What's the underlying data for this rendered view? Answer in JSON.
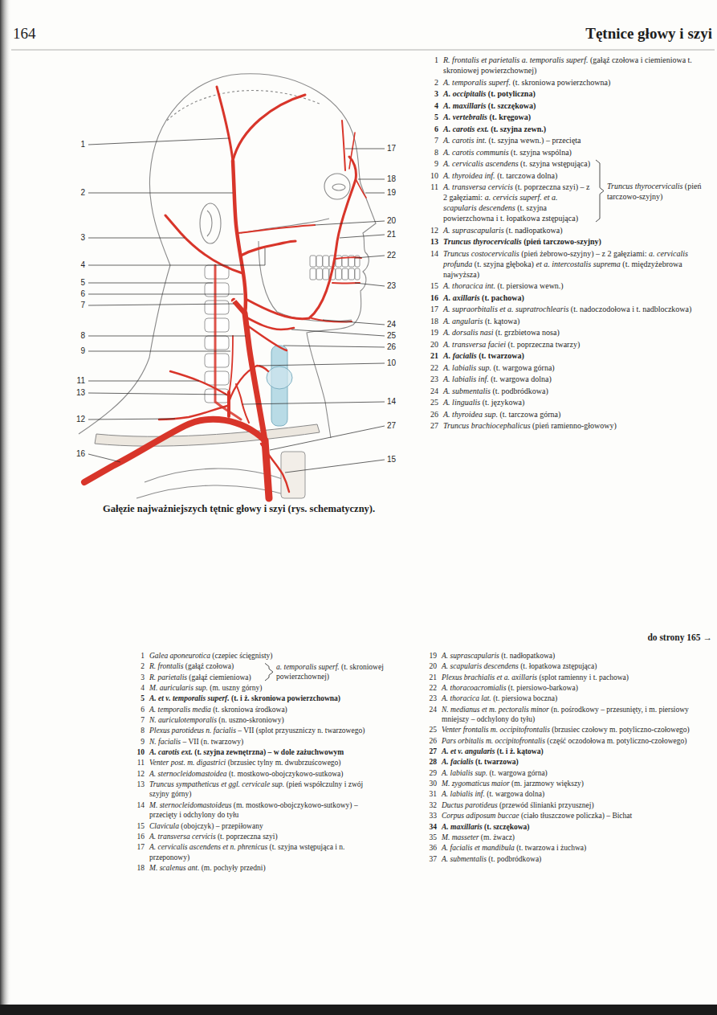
{
  "diagram": {
    "title": "Tętnice głowy i szyi",
    "caption": "Gałęzie najważniejszych tętnic głowy i szyi (rys. schematyczny).",
    "labels": [
      "164",
      "1",
      "2",
      "3",
      "4",
      "5",
      "6",
      "7",
      "8",
      "9",
      "11",
      "13",
      "12",
      "16",
      "17",
      "18",
      "19",
      "20",
      "21",
      "22",
      "23",
      "24",
      "25",
      "26",
      "10",
      "14",
      "27",
      "15",
      "1",
      "R. frontalis et parietalis a. temporalis superf. (gałąź czołowa i ciemieniowa t. skroniowej powierzchownej)",
      "2",
      "A. temporalis superf. (t. skroniowa powierzchowna)",
      "3",
      "A. occipitalis (t. potyliczna)",
      "4",
      "A. maxillaris (t. szczękowa)",
      "5",
      "A. vertebralis (t. kręgowa)",
      "6",
      "A. carotis ext. (t. szyjna zewn.)",
      "7",
      "A. carotis int. (t. szyjna wewn.) – przecięta",
      "8",
      "A. carotis communis (t. szyjna wspólna)",
      "9",
      "A. cervicalis ascendens (t. szyjna wstępująca)",
      "10",
      "A. thyroidea inf. (t. tarczowa dolna)",
      "11",
      "A. transversa cervicis (t. poprzeczna szyi) – z 2 gałęziami: a. cervicis superf. et a. scapularis descendens (t. szyjna powierzchowna i t. łopatkowa zstępująca)",
      "12",
      "A. suprascapularis (t. nadłopatkowa)",
      "13",
      "Truncus thyrocervicalis (pień tarczowo-szyjny)",
      "14",
      "Truncus costocervicalis (pień żebrowo-szyjny) – z 2 gałęziami: a. cervicalis profunda (t. szyjna głęboka) et a. intercostalis suprema (t. międzyżebrowa najwyższa)",
      "15",
      "A. thoracica int. (t. piersiowa wewn.)",
      "16",
      "A. axillaris (t. pachowa)",
      "17",
      "A. supraorbitalis et a. supratrochlearis (t. nadoczodołowa i t. nadbloczkowa)",
      "18",
      "A. angularis (t. kątowa)",
      "19",
      "A. dorsalis nasi (t. grzbietowa nosa)",
      "20",
      "A. transversa faciei (t. poprzeczna twarzy)",
      "21",
      "A. facialis (t. twarzowa)",
      "22",
      "A. labialis sup. (t. wargowa górna)",
      "23",
      "A. labialis inf. (t. wargowa dolna)",
      "24",
      "A. submentalis (t. podbródkowa)",
      "25",
      "A. lingualis (t. językowa)",
      "26",
      "A. thyroidea sup. (t. tarczowa górna)",
      "27",
      "Truncus brachiocephalicus (pień ramienno-głowowy)",
      "Truncus thyrocervicalis (pień tarczowo-szyjny)",
      "do strony 165 →",
      "1",
      "Galea aponeurotica (czepiec ścięgnisty)",
      "2",
      "R. frontalis (gałąź czołowa)",
      "3",
      "R. parietalis (gałąź ciemieniowa)",
      "4",
      "M. auricularis sup. (m. uszny górny)",
      "5",
      "A. et v. temporalis superf. (t. i ż. skroniowa powierzchowna)",
      "6",
      "A. temporalis media (t. skroniowa środkowa)",
      "7",
      "N. auriculotemporalis (n. uszno-skroniowy)",
      "8",
      "Plexus parotideus n. facialis – VII (splot przyuszniczy n. twarzowego)",
      "9",
      "N. facialis – VII (n. twarzowy)",
      "10",
      "A. carotis ext. (t. szyjna zewnętrzna) – w dole zażuchwowym",
      "11",
      "Venter post. m. digastrici (brzusiec tylny m. dwubrzuścowego)",
      "12",
      "A. sternocleidomastoidea (t. mostkowo-obojczykowo-sutkowa)",
      "13",
      "Truncus sympatheticus et ggl. cervicale sup. (pień współczulny i zwój szyjny górny)",
      "14",
      "M. sternocleidomastoideus (m. mostkowo-obojczykowo-sutkowy) – przecięty i odchylony do tyłu",
      "15",
      "Clavicula (obojczyk) – przepiłowany",
      "16",
      "A. transversa cervicis (t. poprzeczna szyi)",
      "17",
      "A. cervicalis ascendens et n. phrenicus (t. szyjna wstępująca i n. przeponowy)",
      "18",
      "M. scalenus ant. (m. pochyły przedni)",
      "a. temporalis superf. (t. skroniowej powierzchownej)",
      "19",
      "A. suprascapularis (t. nadłopatkowa)",
      "20",
      "A. scapularis descendens (t. łopatkowa zstępująca)",
      "21",
      "Plexus brachialis et a. axillaris (splot ramienny i t. pachowa)",
      "22",
      "A. thoracoacromialis (t. piersiowo-barkowa)",
      "23",
      "A. thoracica lat. (t. piersiowa boczna)",
      "24",
      "N. medianus et m. pectoralis minor (n. pośrodkowy – przesunięty, i m. piersiowy mniejszy – odchylony do tyłu)",
      "25",
      "Venter frontalis m. occipitofrontalis (brzusiec czołowy m. potyliczno-czołowego)",
      "26",
      "Pars orbitalis m. occipitofrontalis (część oczodołowa m. potyliczno-czołowego)",
      "27",
      "A. et v. angularis (t. i ż. kątowa)",
      "28",
      "A. facialis (t. twarzowa)",
      "29",
      "A. labialis sup. (t. wargowa górna)",
      "30",
      "M. zygomaticus maior (m. jarzmowy większy)",
      "31",
      "A. labialis inf. (t. wargowa dolna)",
      "32",
      "Ductus parotideus (przewód ślinianki przyusznej)",
      "33",
      "Corpus adiposum buccae (ciało tłuszczowe policzka) – Bichat",
      "34",
      "A. maxillaris (t. szczękowa)",
      "35",
      "M. masseter (m. żwacz)",
      "36",
      "A. facialis et mandibula (t. twarzowa i żuchwa)",
      "37",
      "A. submentalis (t. podbródkowa)"
    ]
  }
}
